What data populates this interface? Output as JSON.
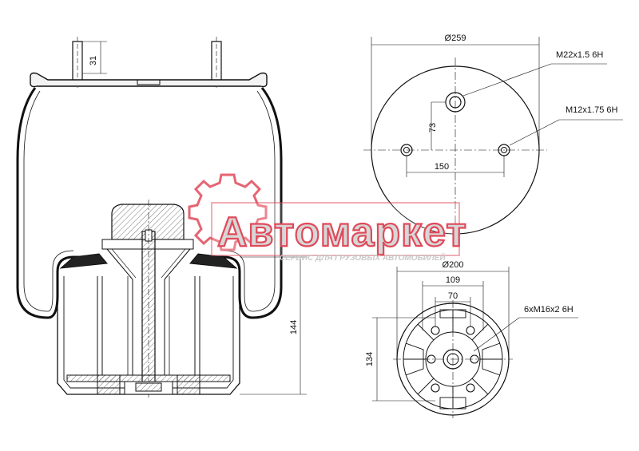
{
  "watermark": {
    "title": "Автомаркет",
    "subtitle": "СЕРВИС ДЛЯ ГРУЗОВЫХ АВТОМОБИЛЕЙ",
    "gear_color": "#e04a5a"
  },
  "side_view": {
    "stud_height": "31",
    "piston_height": "144"
  },
  "top_view": {
    "diameter": "Ø259",
    "thread_center": "M22x1.5 6H",
    "thread_side": "M12x1.75 6H",
    "offset": "73",
    "stud_spacing": "150"
  },
  "bottom_view": {
    "diameter": "Ø200",
    "outer_spacing": "109",
    "inner_spacing": "70",
    "threads": "6xM16x2 6H",
    "height": "134"
  }
}
